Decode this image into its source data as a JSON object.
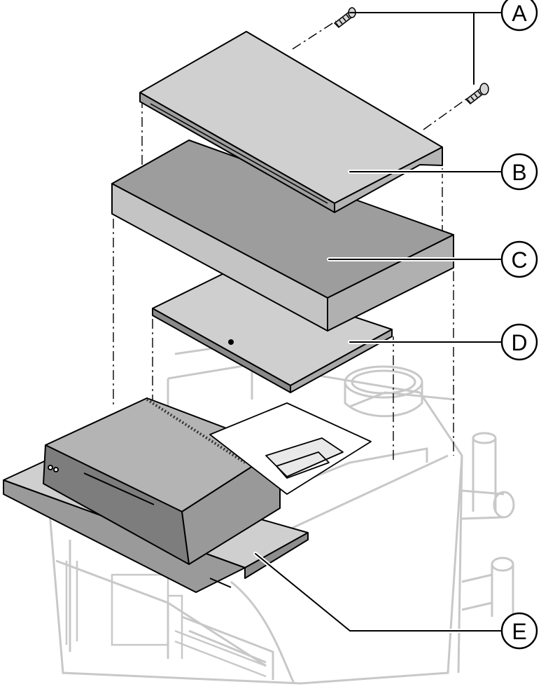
{
  "callouts": [
    {
      "id": "A",
      "label": "A"
    },
    {
      "id": "B",
      "label": "B"
    },
    {
      "id": "C",
      "label": "C"
    },
    {
      "id": "D",
      "label": "D"
    },
    {
      "id": "E",
      "label": "E"
    }
  ],
  "colors": {
    "panel_light": "#d2d2d2",
    "panel_dark": "#9e9e9e",
    "panel_side": "#bdbdbd",
    "outline": "#000000",
    "ghost": "#c8c8c8"
  }
}
